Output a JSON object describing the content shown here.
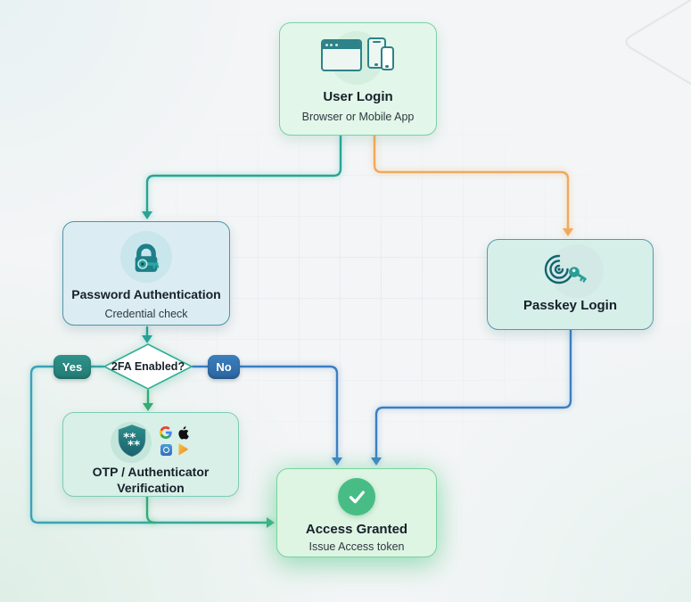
{
  "nodes": {
    "user_login": {
      "title": "User Login",
      "subtitle": "Browser or Mobile App"
    },
    "password_auth": {
      "title": "Password Authentication",
      "subtitle": "Credential check"
    },
    "passkey": {
      "title": "Passkey Login"
    },
    "decision": {
      "question": "2FA Enabled?",
      "yes": "Yes",
      "no": "No"
    },
    "otp": {
      "title": "OTP / Authenticator Verification"
    },
    "access": {
      "title": "Access Granted",
      "subtitle": "Issue Access token"
    }
  },
  "icons": {
    "user_login": "browser-and-mobile-devices-icon",
    "password_auth": "padlock-with-key-icon",
    "passkey": "fingerprint-with-key-icon",
    "otp_shield": "shield-otp-icon",
    "otp_providers": [
      "google-icon",
      "apple-icon",
      "authenticator-app-icon",
      "play-triangle-icon"
    ],
    "access": "check-circle-icon"
  },
  "colors": {
    "teal_line": "#2aa396",
    "orange_line": "#f0a95c",
    "blue_line": "#3a7fc2",
    "green_line": "#35ab72",
    "loop_left": "#3fa0ba",
    "loop_right": "#35ab7e",
    "diamond_border": "#2fae96",
    "diamond_fill": "#ffffff",
    "yes_pill": "#2d8d86",
    "no_pill": "#2f72ad",
    "access_green": "#47bd85",
    "icon_teal": "#1d7f88"
  }
}
